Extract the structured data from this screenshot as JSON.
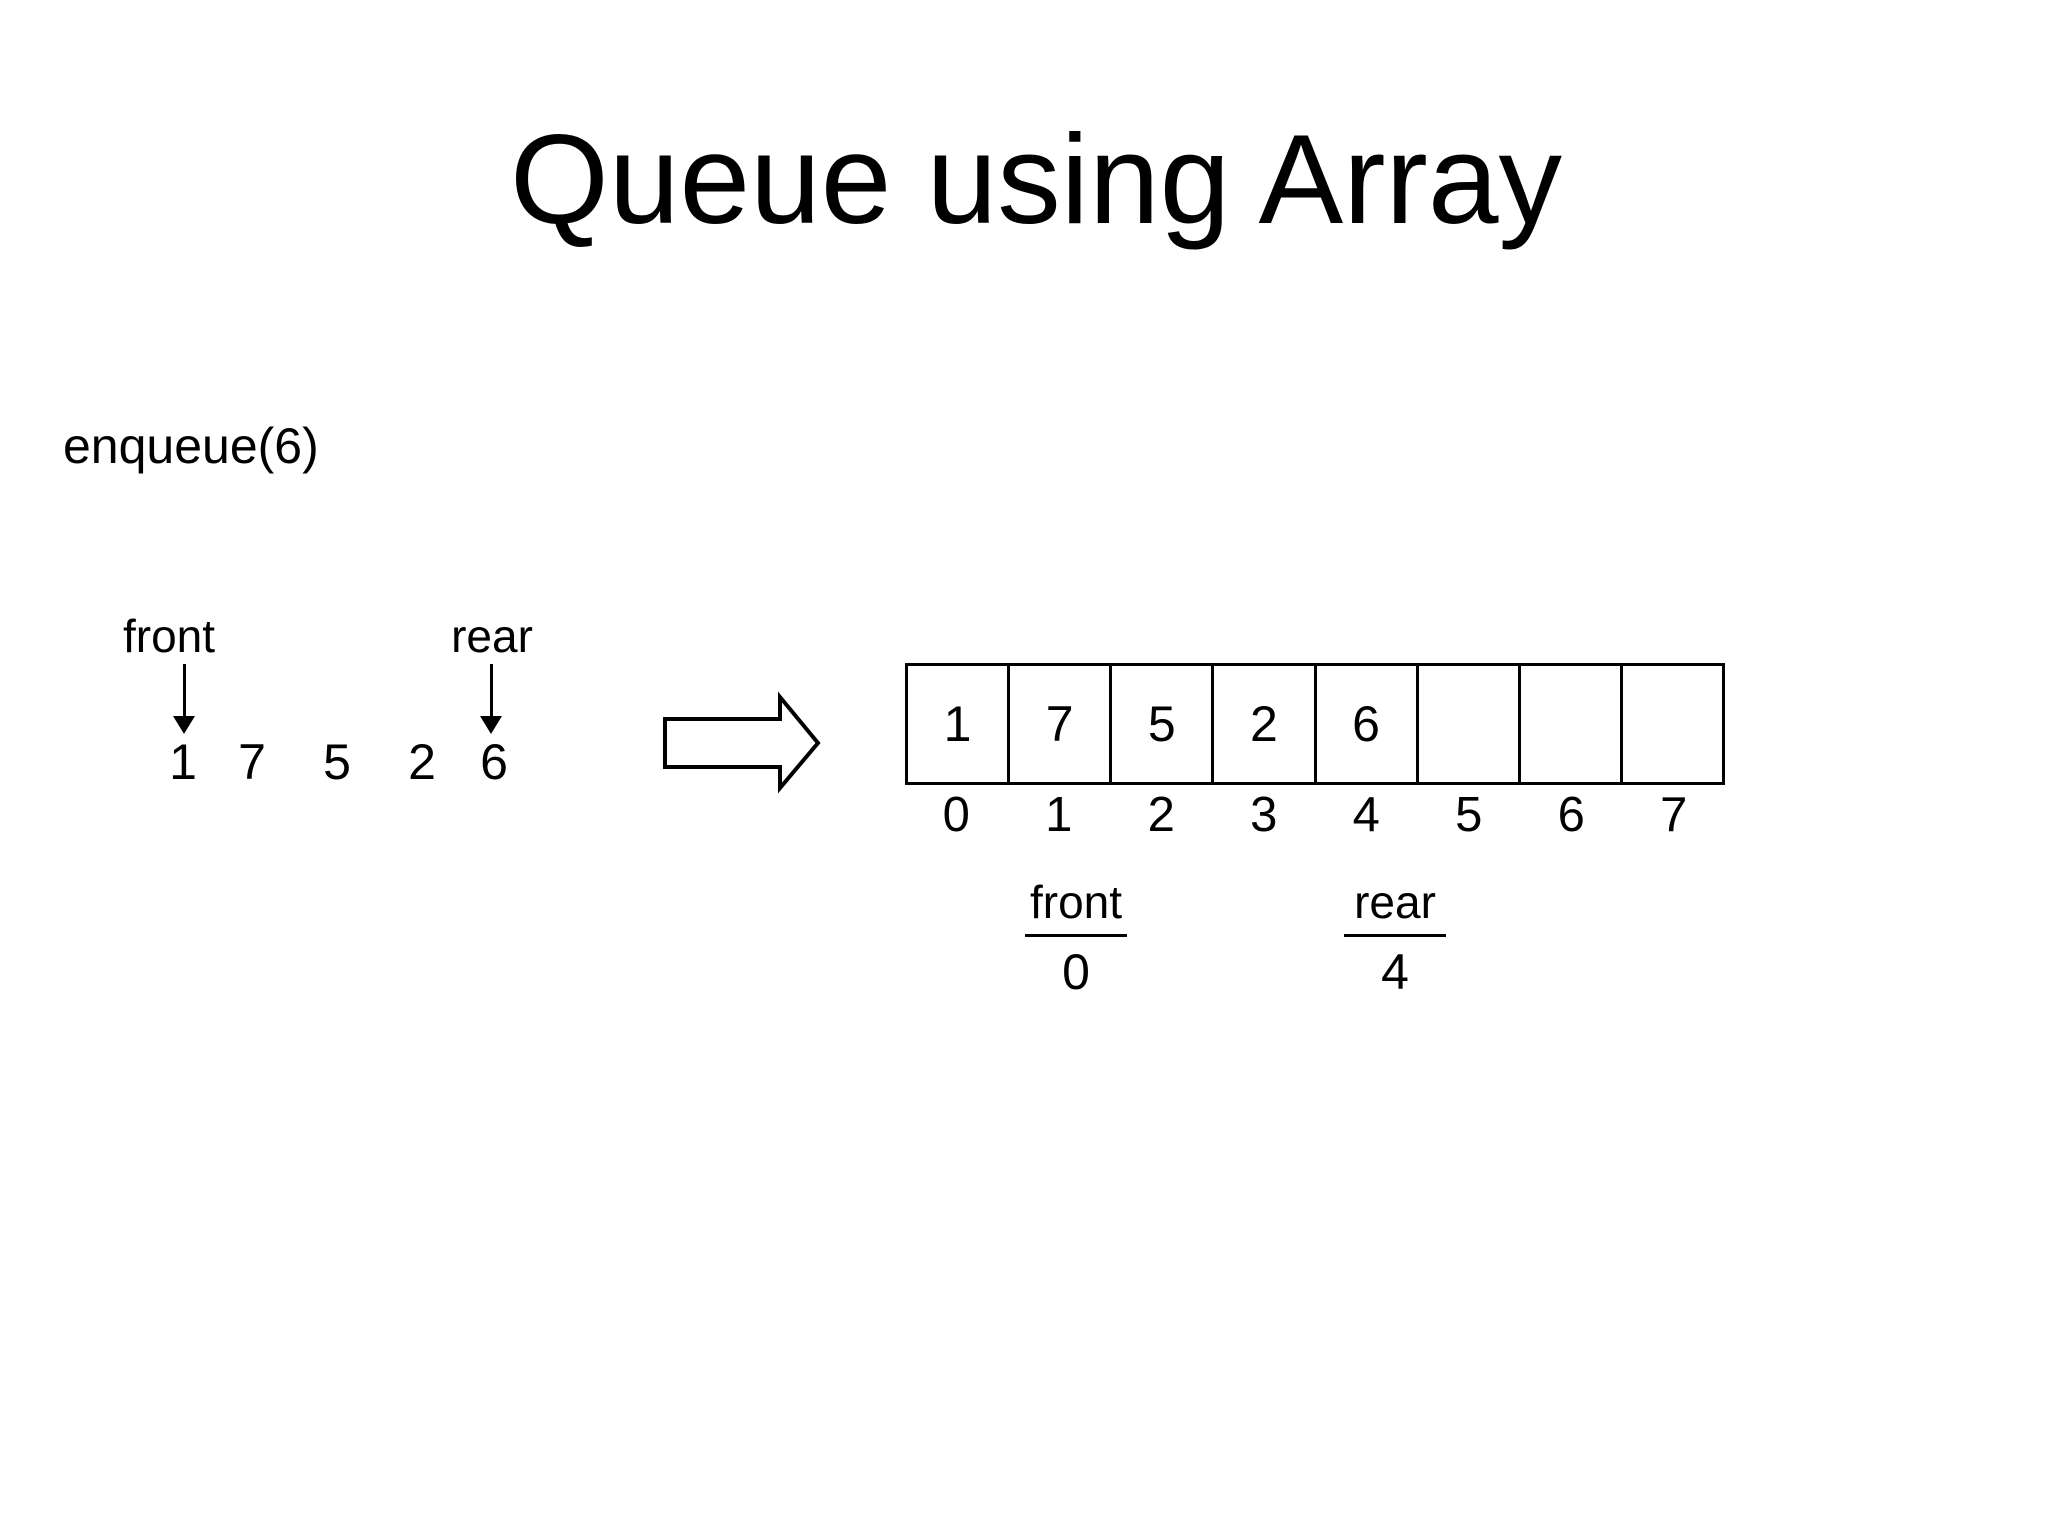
{
  "title": "Queue using Array",
  "operation_label": "enqueue(6)",
  "queue_before": {
    "front_label": "front",
    "rear_label": "rear",
    "values": [
      "1",
      "7",
      "5",
      "2",
      "6"
    ]
  },
  "icons": {
    "front_pointer": "down-arrow",
    "rear_pointer": "down-arrow",
    "transform": "right-block-arrow"
  },
  "array": {
    "cells": [
      "1",
      "7",
      "5",
      "2",
      "6",
      "",
      "",
      ""
    ],
    "indices": [
      "0",
      "1",
      "2",
      "3",
      "4",
      "5",
      "6",
      "7"
    ]
  },
  "pointers": {
    "front": {
      "label": "front",
      "value": "0"
    },
    "rear": {
      "label": "rear",
      "value": "4"
    }
  },
  "colors": {
    "background": "#ffffff",
    "foreground": "#000000"
  }
}
